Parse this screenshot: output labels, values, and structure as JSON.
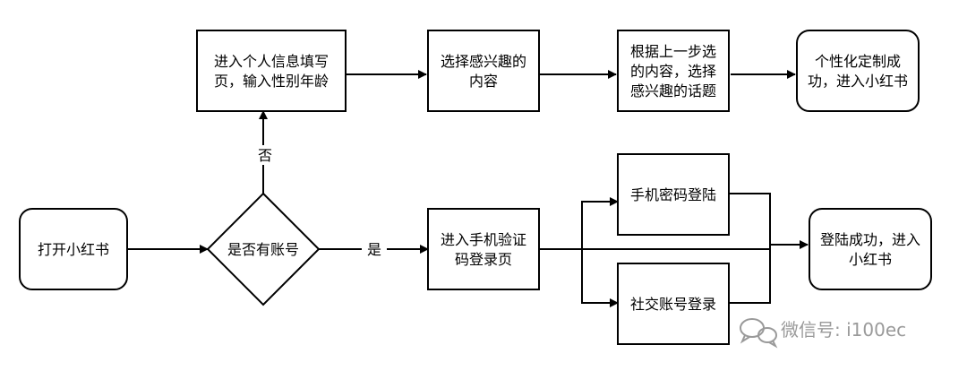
{
  "nodes": {
    "open_app": {
      "lines": [
        "打开小红书"
      ]
    },
    "has_account": {
      "lines": [
        "是否有账号"
      ]
    },
    "phone_verify": {
      "lines": [
        "进入手机验证",
        "码登录页"
      ]
    },
    "phone_password": {
      "lines": [
        "手机密码登陆"
      ]
    },
    "social_login": {
      "lines": [
        "社交账号登录"
      ]
    },
    "login_success": {
      "lines": [
        "登陆成功，进入",
        "小红书"
      ]
    },
    "fill_info": {
      "lines": [
        "进入个人信息填写",
        "页，输入性别年龄"
      ]
    },
    "choose_interest": {
      "lines": [
        "选择感兴趣的",
        "内容"
      ]
    },
    "choose_topic": {
      "lines": [
        "根据上一步选",
        "的内容，选择",
        "感兴趣的话题"
      ]
    },
    "custom_success": {
      "lines": [
        "个性化定制成",
        "功，进入小红书"
      ]
    }
  },
  "edges": {
    "yes_label": "是",
    "no_label": "否"
  },
  "watermark": {
    "text": "微信号: i100ec"
  }
}
